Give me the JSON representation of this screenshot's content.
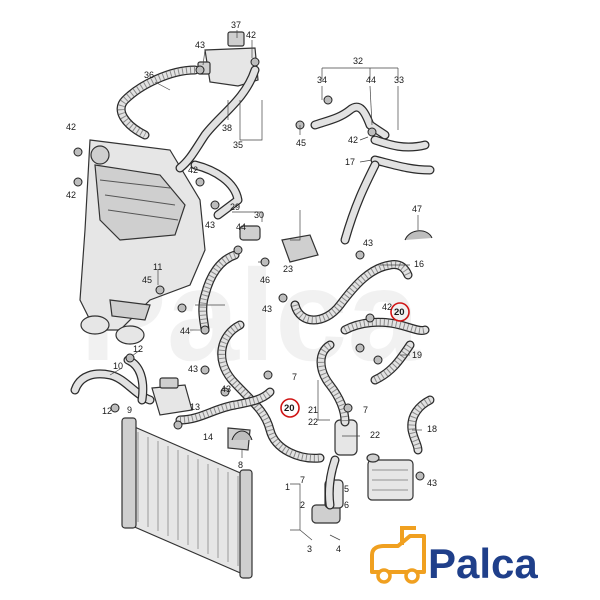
{
  "watermark": "Palca",
  "brand": {
    "name": "Palca",
    "colors": {
      "text": "#1f3f8a",
      "icon": "#f0a020"
    }
  },
  "highlight_color": "#d01515",
  "labels": {
    "l37": "37",
    "l43a": "43",
    "l42a": "42",
    "l36": "36",
    "l38": "38",
    "l35": "35",
    "l42b": "42",
    "l42c": "42",
    "l42d": "42",
    "l43b": "43",
    "l32": "32",
    "l34": "34",
    "l44a": "44",
    "l33": "33",
    "l45": "45",
    "l42e": "42",
    "l17": "17",
    "l47": "47",
    "l29": "29",
    "l30": "30",
    "l44b": "44",
    "l43c": "43",
    "l23": "23",
    "l46": "46",
    "l16": "16",
    "l11": "11",
    "l45b": "45",
    "l43d": "43",
    "l42f": "42",
    "l20a": "20",
    "l44c": "44",
    "l19": "19",
    "l12": "12",
    "l10": "10",
    "l43e": "43",
    "l43f": "43",
    "l7a": "7",
    "l21": "21",
    "l22a": "22",
    "l20b": "20",
    "l7b": "7",
    "l12b": "12",
    "l9": "9",
    "l14": "14",
    "l13": "13",
    "l22b": "22",
    "l8": "8",
    "l18": "18",
    "l43g": "43",
    "l1": "1",
    "l7c": "7",
    "l2": "2",
    "l5": "5",
    "l6": "6",
    "l3": "3",
    "l4": "4"
  }
}
